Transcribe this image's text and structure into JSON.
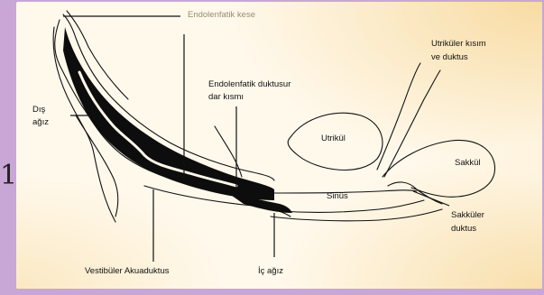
{
  "diagram": {
    "labels": {
      "endolenfatik_kese": "Endolenfatik kese",
      "endolenfatik_duktus_line1": "Endolenfatik duktusur",
      "endolenfatik_duktus_line2": "dar kısmı",
      "utrikuler_line1": "Utriküler kısım",
      "utrikuler_line2": "ve duktus",
      "utrikul": "Utrikül",
      "sakkul": "Sakkül",
      "sinus": "Sinüs",
      "sakkuler_line1": "Sakküler",
      "sakkuler_line2": "duktus",
      "dis_agiz_line1": "Dış",
      "dis_agiz_line2": "ağız",
      "vestibuler": "Vestibüler Akuaduktus",
      "ic_agiz": "İç ağız",
      "slide_number": "1"
    },
    "colors": {
      "background": "#c8a6d6",
      "panel": "#fff9ec",
      "glow": "#f7d89a",
      "ink": "#111111",
      "grey_label": "#9a8a70"
    }
  }
}
